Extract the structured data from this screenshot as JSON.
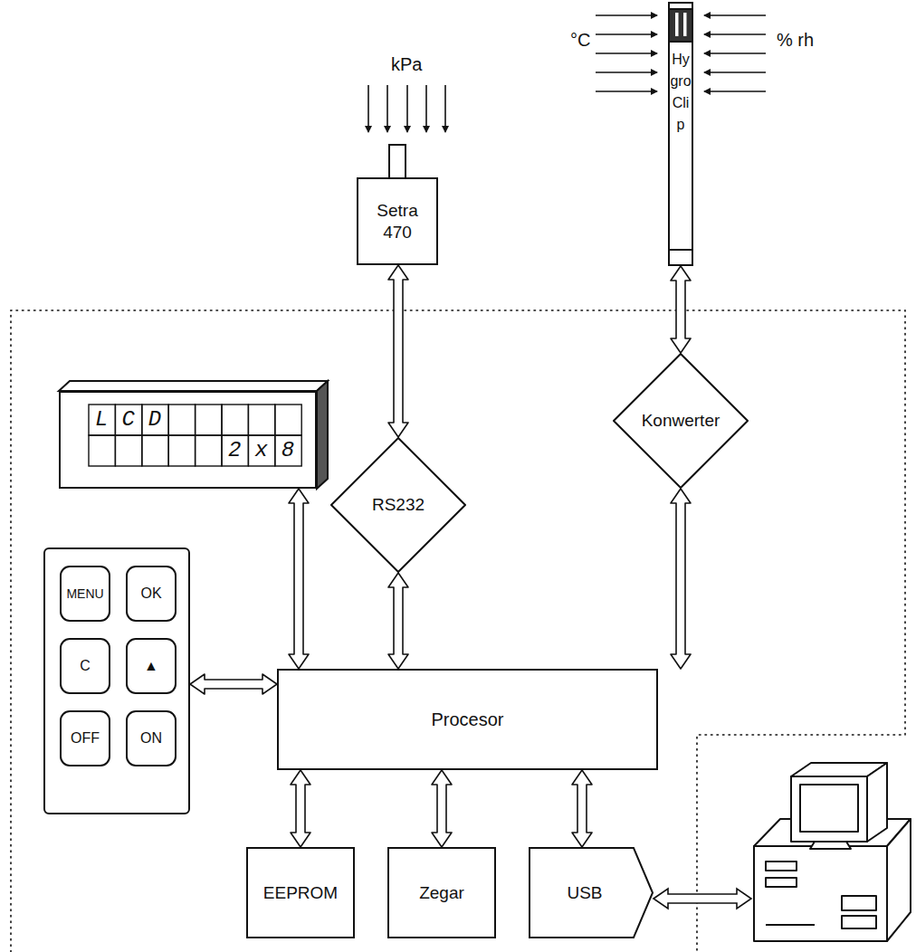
{
  "diagram": {
    "nodes": [
      {
        "text": [
          "Setra 470"
        ]
      },
      {
        "text": [
          "HygroClip"
        ]
      },
      {
        "text": [
          "LCD",
          "2 x 8"
        ]
      },
      {
        "text": [
          "RS232"
        ]
      },
      {
        "text": [
          "Konwerter"
        ]
      },
      {
        "text": []
      },
      {
        "text": [
          "MENU"
        ],
        "in": 5
      },
      {
        "text": [
          "OK"
        ],
        "in": 5
      },
      {
        "text": [
          "C"
        ],
        "in": 5
      },
      {
        "text": [
          "▲"
        ],
        "in": 5
      },
      {
        "text": [
          "OFF"
        ],
        "in": 5
      },
      {
        "text": [
          "ON"
        ],
        "in": 5
      },
      {
        "text": [
          "Procesor"
        ]
      },
      {
        "text": [
          "EEPROM"
        ]
      },
      {
        "text": [
          "Zegar"
        ]
      },
      {
        "text": [
          "USB"
        ]
      }
    ],
    "edges": [
      {
        "from": 0,
        "to": 3,
        "arrow": "both"
      },
      {
        "from": 1,
        "to": 4,
        "arrow": "both"
      },
      {
        "from": 2,
        "to": 12,
        "arrow": "both"
      },
      {
        "from": 3,
        "to": 12,
        "arrow": "both"
      },
      {
        "from": 4,
        "to": 12,
        "arrow": "both"
      },
      {
        "from": 5,
        "to": 12,
        "arrow": "both"
      },
      {
        "from": 12,
        "to": 13,
        "arrow": "both"
      },
      {
        "from": 12,
        "to": 14,
        "arrow": "both"
      },
      {
        "from": 12,
        "to": 15,
        "arrow": "both"
      }
    ],
    "labels": [
      "kPa",
      "°C",
      "% rh"
    ]
  }
}
